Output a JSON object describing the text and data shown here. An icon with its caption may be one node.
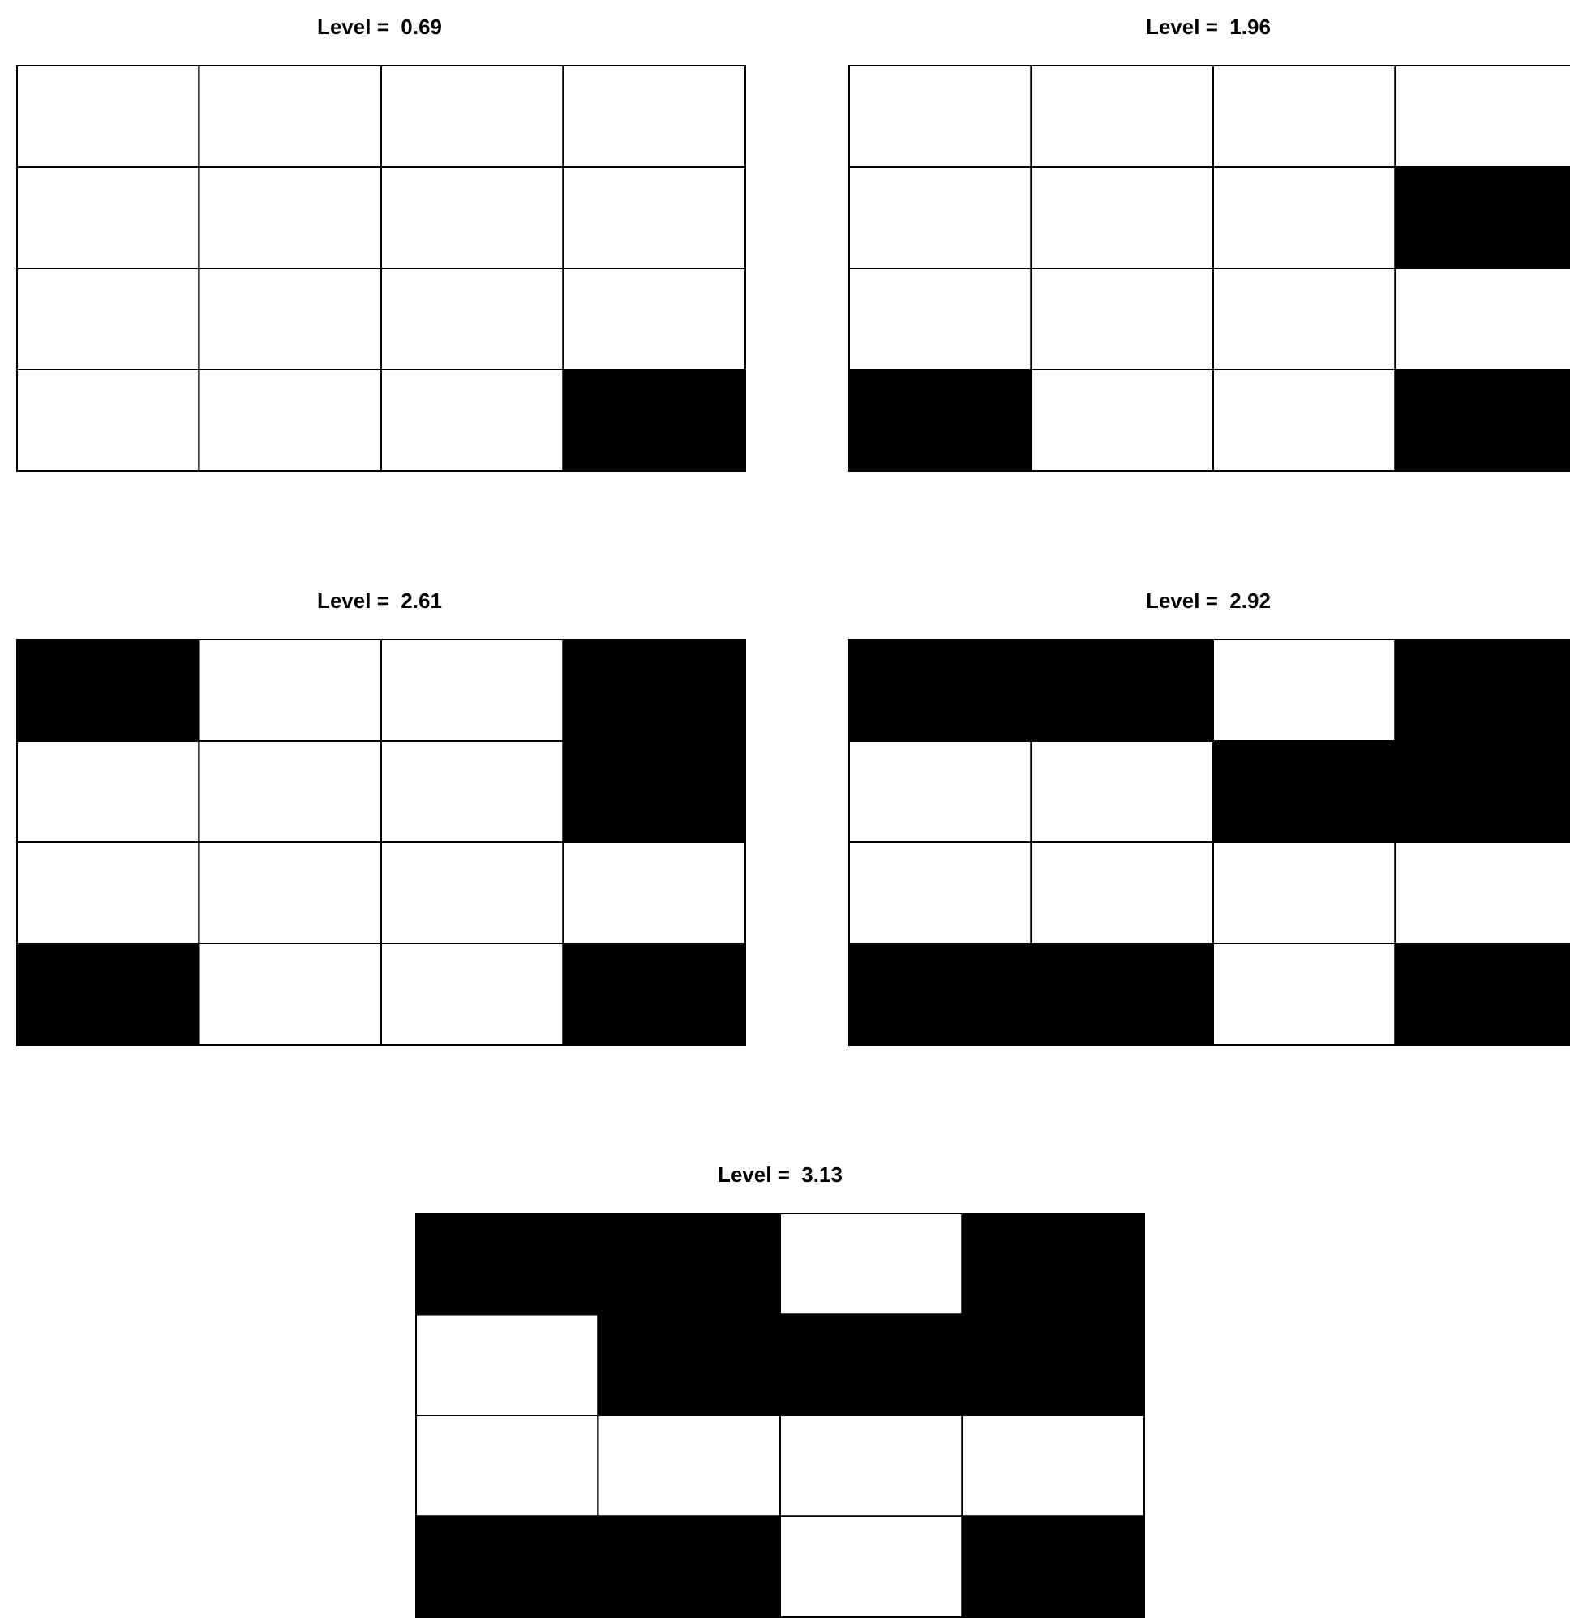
{
  "diagram": {
    "labels": [
      "Level =  0.69",
      "Level =  1.96",
      "Level =  2.61",
      "Level =  2.92",
      "Level =  3.13"
    ]
  }
}
